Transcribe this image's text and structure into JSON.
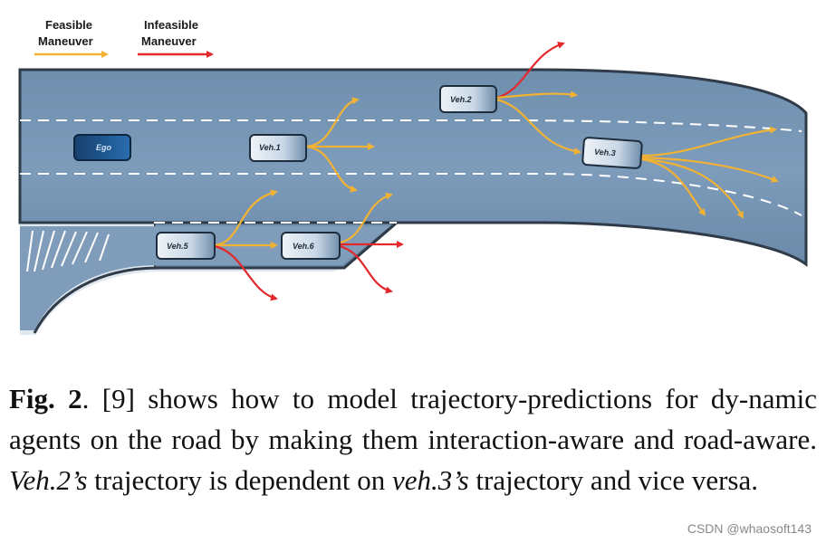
{
  "legend": {
    "feasible_line1": "Feasible",
    "feasible_line2": "Maneuver",
    "infeasible_line1": "Infeasible",
    "infeasible_line2": "Maneuver",
    "feasible_color": "#f2b233",
    "infeasible_color": "#e2282a"
  },
  "vehicles": {
    "ego": "Ego",
    "veh1": "Veh.1",
    "veh2": "Veh.2",
    "veh3": "Veh.3",
    "veh5": "Veh.5",
    "veh6": "Veh.6"
  },
  "caption": {
    "fig_label": "Fig. 2",
    "part1": ". [9] shows how to model trajectory-predictions for dy-namic agents on the road by making them interaction-aware and road-aware. ",
    "veh2_italic": "Veh.2’s",
    "part2": " trajectory is dependent on ",
    "veh3_italic": "veh.3’s",
    "part3": " trajectory and vice versa."
  },
  "watermark": "CSDN @whaosoft143"
}
